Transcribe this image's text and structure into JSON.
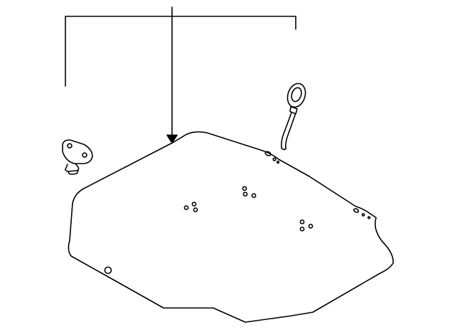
{
  "diagram": {
    "kind": "parts-diagram",
    "line_color": "#000000",
    "background": "#ffffff",
    "parts": [
      {
        "name": "floor-mat-panel",
        "icon": "floor-mat-icon"
      },
      {
        "name": "retaining-hook",
        "icon": "hook-icon"
      },
      {
        "name": "loop-tie-cord",
        "icon": "cord-icon"
      }
    ]
  }
}
